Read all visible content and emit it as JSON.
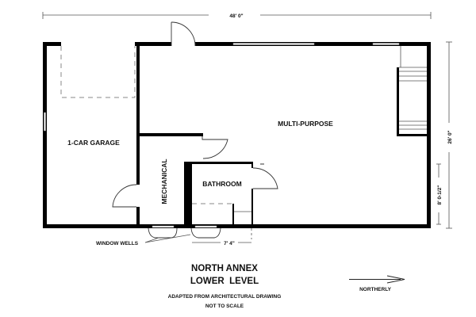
{
  "dimensions": {
    "overall_width": "48' 0\"",
    "overall_depth": "26' 0\"",
    "bathroom_depth": "8' 0-1/2\"",
    "bathroom_width": "7' 4\""
  },
  "rooms": {
    "garage": "1-CAR GARAGE",
    "multi_purpose": "MULTI-PURPOSE",
    "mechanical": "MECHANICAL",
    "bathroom": "BATHROOM"
  },
  "annotations": {
    "window_wells": "WINDOW WELLS",
    "direction": "NORTHERLY"
  },
  "title": {
    "line1": "NORTH ANNEX",
    "line2": "LOWER  LEVEL",
    "note1": "ADAPTED FROM ARCHITECTURAL DRAWING",
    "note2": "NOT TO SCALE"
  }
}
